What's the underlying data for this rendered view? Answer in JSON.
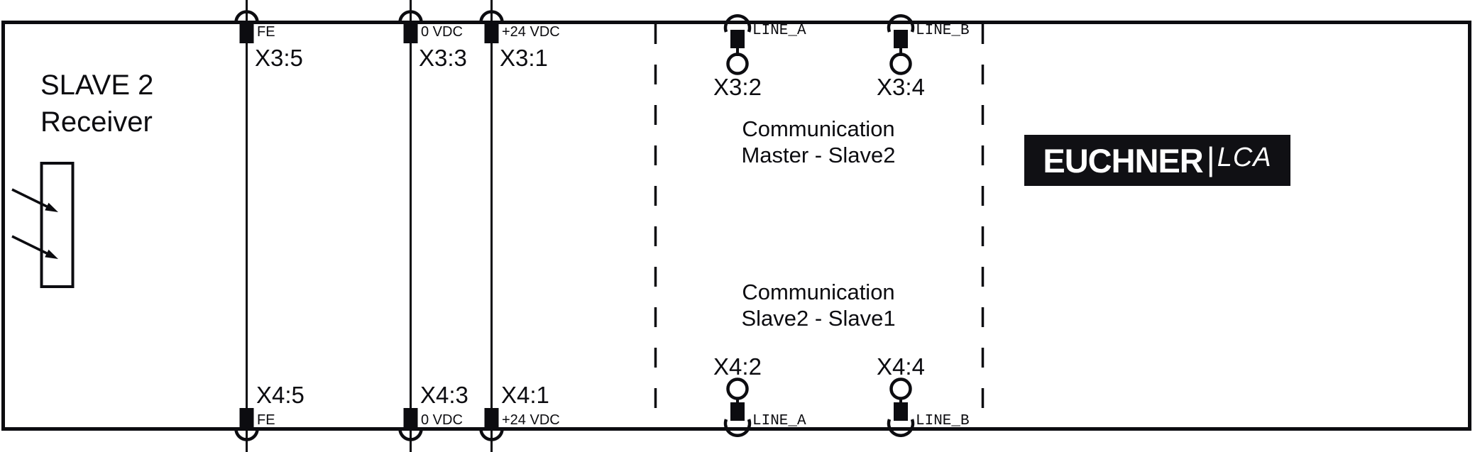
{
  "title": {
    "line1": "SLAVE 2",
    "line2": "Receiver"
  },
  "terminals": {
    "top_power": [
      {
        "id": "X3:5",
        "signal": "FE"
      },
      {
        "id": "X3:3",
        "signal": "0 VDC"
      },
      {
        "id": "X3:1",
        "signal": "+24 VDC"
      }
    ],
    "bottom_power": [
      {
        "id": "X4:5",
        "signal": "FE"
      },
      {
        "id": "X4:3",
        "signal": "0 VDC"
      },
      {
        "id": "X4:1",
        "signal": "+24 VDC"
      }
    ],
    "top_comm": [
      {
        "id": "X3:2",
        "signal": "LINE_A"
      },
      {
        "id": "X3:4",
        "signal": "LINE_B"
      }
    ],
    "bottom_comm": [
      {
        "id": "X4:2",
        "signal": "LINE_A"
      },
      {
        "id": "X4:4",
        "signal": "LINE_B"
      }
    ]
  },
  "annotations": {
    "comm_master": {
      "line1": "Communication",
      "line2": "Master - Slave2"
    },
    "comm_slave": {
      "line1": "Communication",
      "line2": "Slave2 - Slave1"
    }
  },
  "logo": {
    "brand": "EUCHNER",
    "divider": "|",
    "suffix": "LCA"
  },
  "colors": {
    "ink": "#0c0c10",
    "background": "#ffffff",
    "logo_background": "#101014",
    "logo_text": "#ffffff"
  }
}
